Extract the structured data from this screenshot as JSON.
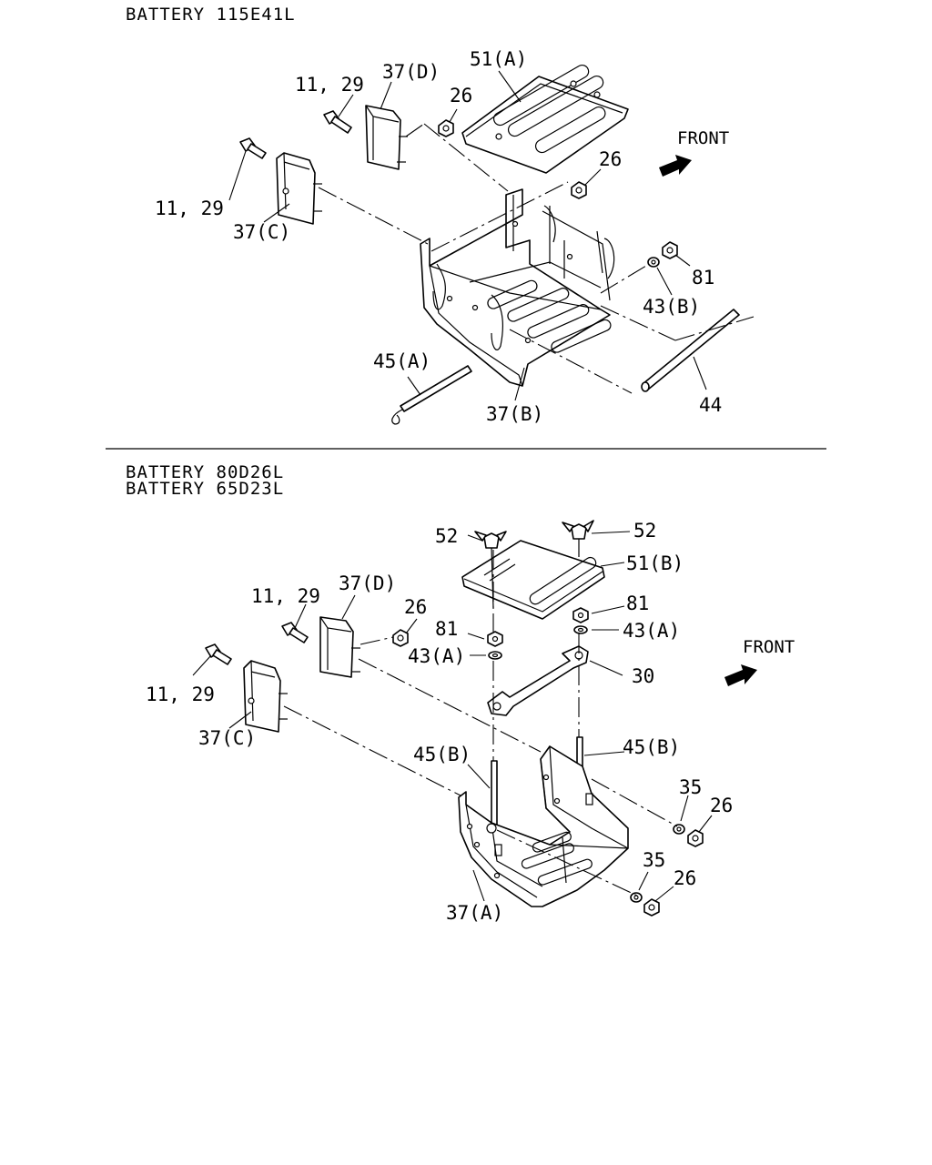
{
  "section1": {
    "header": "BATTERY 115E41L",
    "front_label": "FRONT",
    "labels": {
      "bolt_upper": "11, 29",
      "bolt_left": "11, 29",
      "bracket_d": "37(D)",
      "bracket_c": "37(C)",
      "cover": "51(A)",
      "nut_left": "26",
      "nut_right": "26",
      "nut_81": "81",
      "washer_43b": "43(B)",
      "hook_rod": "45(A)",
      "tray_37b": "37(B)",
      "rod_44": "44"
    }
  },
  "section2": {
    "header_line1": "BATTERY 80D26L",
    "header_line2": "BATTERY 65D23L",
    "front_label": "FRONT",
    "labels": {
      "wingnut_left": "52",
      "wingnut_right": "52",
      "cover_51b": "51(B)",
      "bolt_upper": "11, 29",
      "bolt_left": "11, 29",
      "bracket_d": "37(D)",
      "bracket_c": "37(C)",
      "nut_26_top": "26",
      "nut_81_left": "81",
      "nut_81_right": "81",
      "washer_43a_left": "43(A)",
      "washer_43a_right": "43(A)",
      "clamp_30": "30",
      "rod_45b_left": "45(B)",
      "rod_45b_right": "45(B)",
      "washer_35_upper": "35",
      "washer_35_lower": "35",
      "nut_26_upper": "26",
      "nut_26_lower": "26",
      "tray_37a": "37(A)"
    }
  }
}
